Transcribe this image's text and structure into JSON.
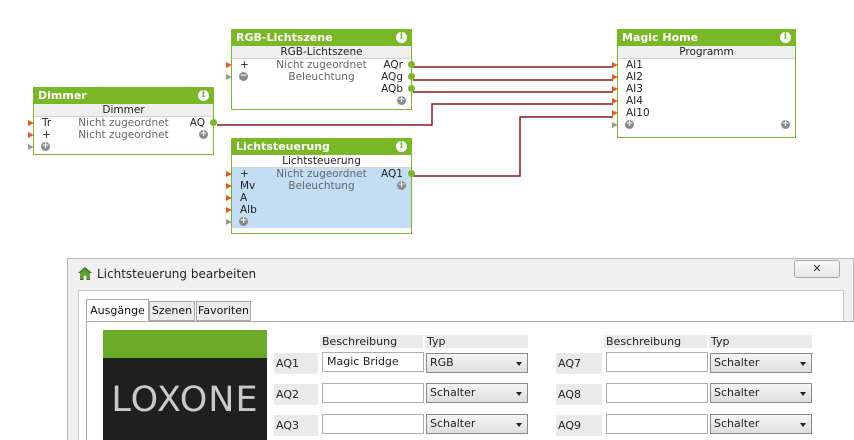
{
  "blocks": {
    "rgb": {
      "title": "RGB-Lichtszene",
      "subtitle": "RGB-Lichtszene",
      "rows": [
        {
          "left": "+",
          "mid": "Nicht zugeordnet",
          "right": "AQr"
        },
        {
          "left": "",
          "mid": "Beleuchtung",
          "right": "AQg"
        },
        {
          "left": "",
          "mid": "",
          "right": "AQb"
        }
      ]
    },
    "dimmer": {
      "title": "Dimmer",
      "subtitle": "Dimmer",
      "rows": [
        {
          "left": "Tr",
          "mid": "Nicht zugeordnet",
          "right": "AQ"
        },
        {
          "left": "+",
          "mid": "Nicht zugeordnet",
          "right": ""
        }
      ]
    },
    "licht": {
      "title": "Lichtsteuerung",
      "subtitle": "Lichtsteuerung",
      "rows": [
        {
          "left": "+",
          "mid": "Nicht zugeordnet",
          "right": "AQ1"
        },
        {
          "left": "Mv",
          "mid": "Beleuchtung",
          "right": ""
        },
        {
          "left": "A",
          "mid": "",
          "right": ""
        },
        {
          "left": "Alb",
          "mid": "",
          "right": ""
        }
      ]
    },
    "magic": {
      "title": "Magic Home",
      "subtitle": "Programm",
      "rows": [
        {
          "left": "AI1"
        },
        {
          "left": "AI2"
        },
        {
          "left": "AI3"
        },
        {
          "left": "AI4"
        },
        {
          "left": "AI10"
        }
      ]
    }
  },
  "info_glyph": "i",
  "plus_glyph": "+",
  "dialog": {
    "title": "Lichtsteuerung bearbeiten",
    "close_glyph": "✕",
    "tabs": [
      "Ausgänge",
      "Szenen",
      "Favoriten"
    ],
    "col_desc": "Beschreibung",
    "col_type": "Typ",
    "logo_text": "LOXONE",
    "left_outputs": [
      {
        "label": "AQ1",
        "desc": "Magic Bridge",
        "type": "RGB"
      },
      {
        "label": "AQ2",
        "desc": "",
        "type": "Schalter"
      },
      {
        "label": "AQ3",
        "desc": "",
        "type": "Schalter"
      }
    ],
    "right_outputs": [
      {
        "label": "AQ7",
        "desc": "",
        "type": "Schalter"
      },
      {
        "label": "AQ8",
        "desc": "",
        "type": "Schalter"
      },
      {
        "label": "AQ9",
        "desc": "",
        "type": "Schalter"
      }
    ]
  },
  "colors": {
    "accent": "#7ab827",
    "wire": "#8b1a1a",
    "pin": "#e2592b",
    "selected": "#c3ddf5"
  }
}
